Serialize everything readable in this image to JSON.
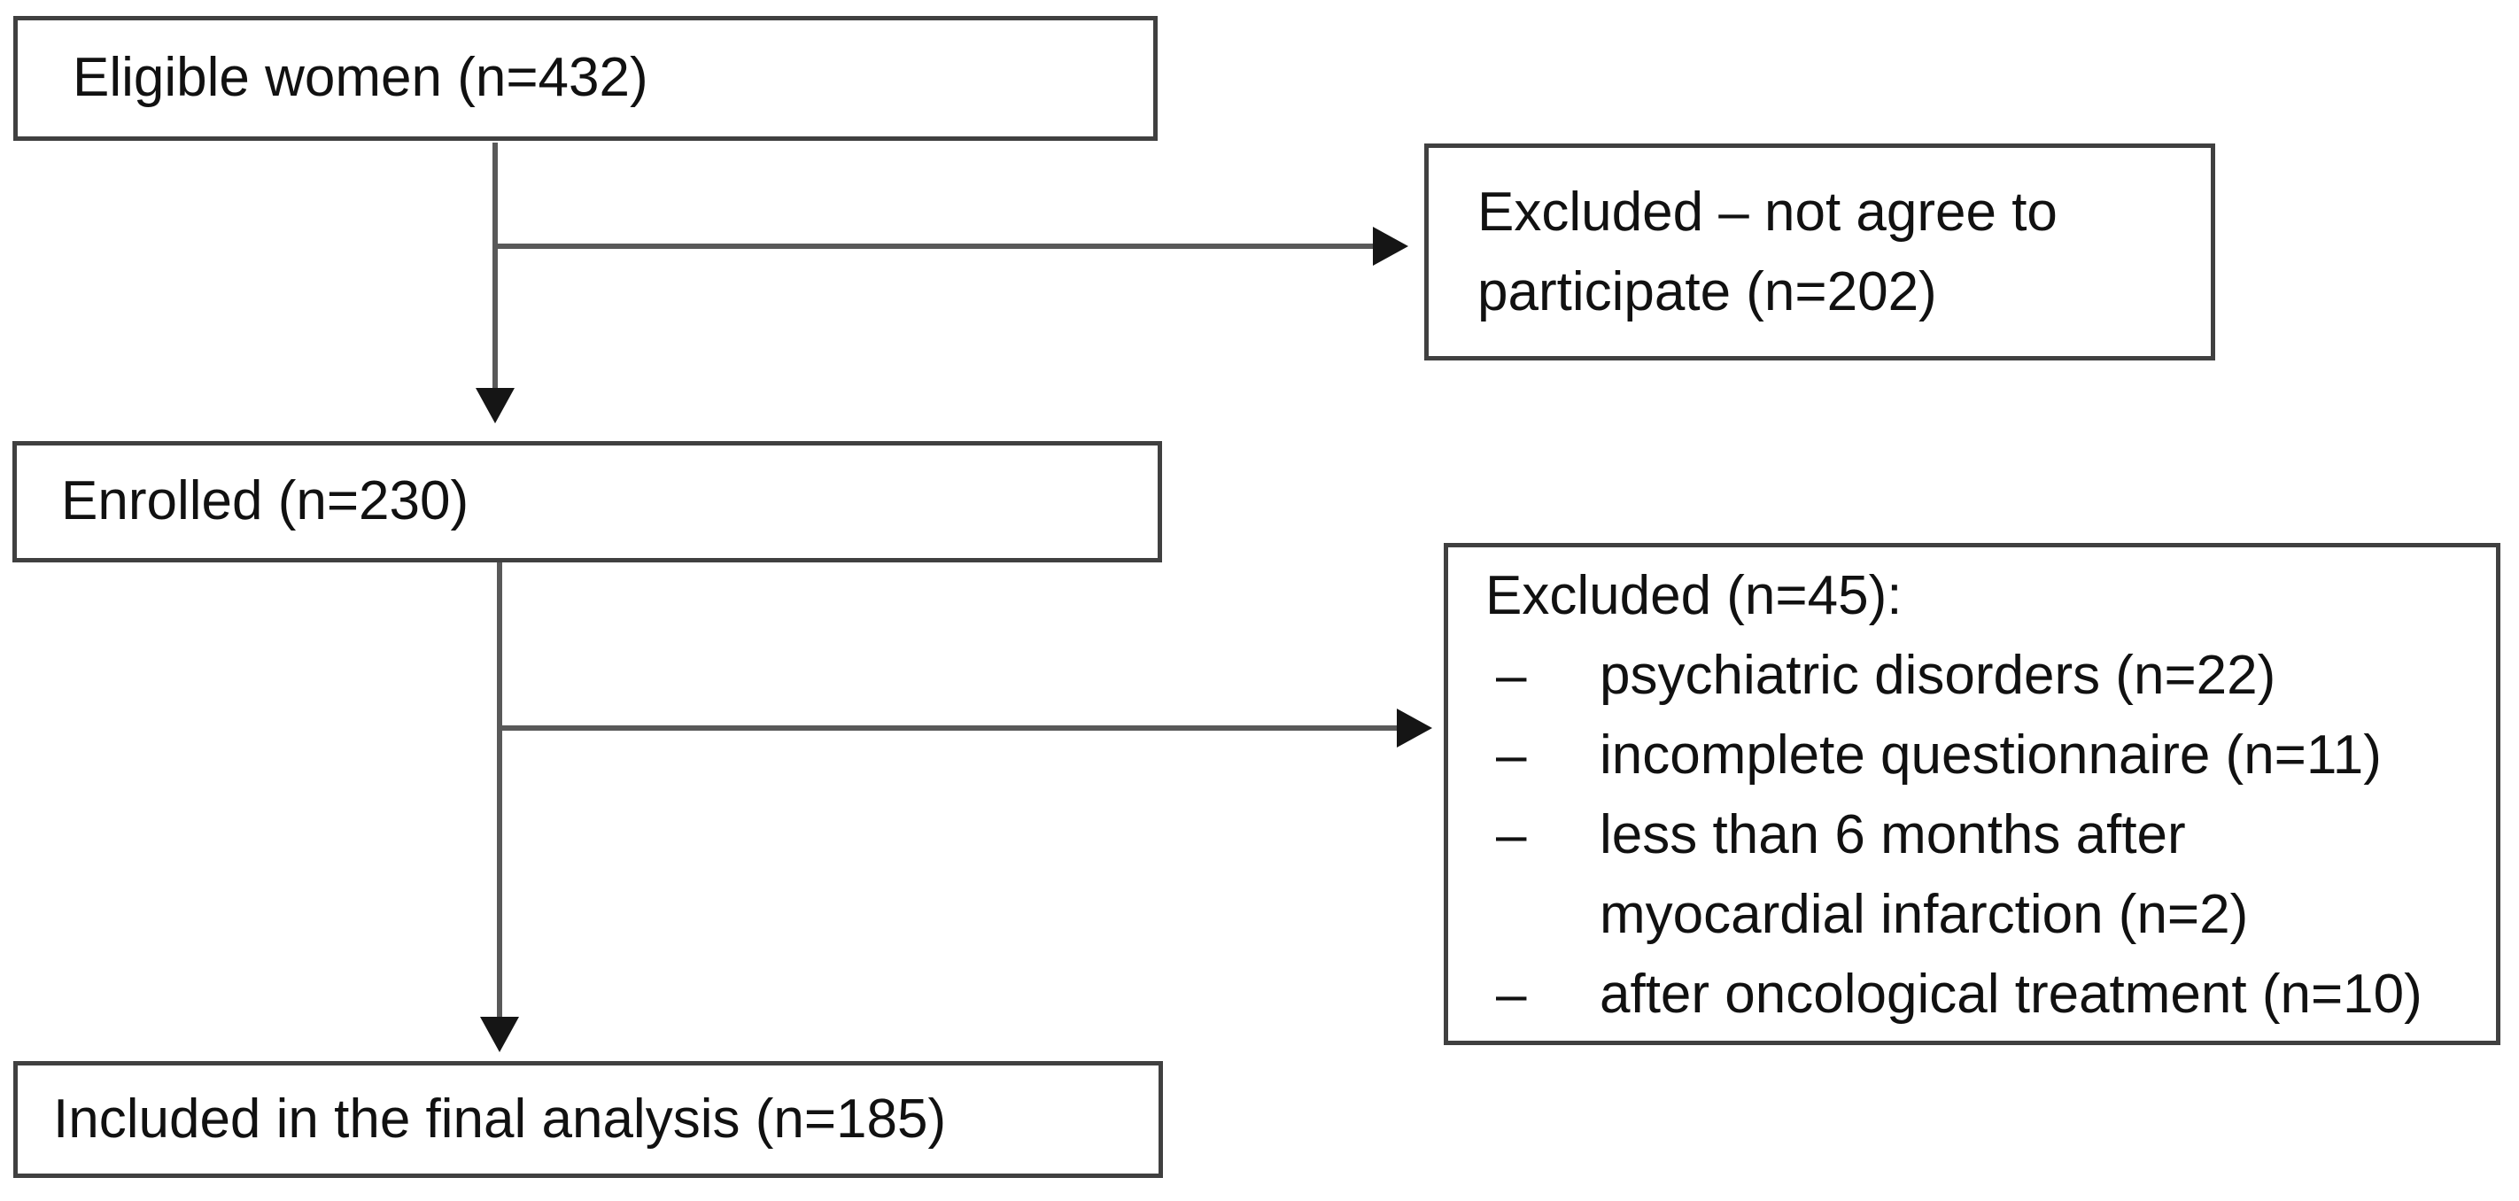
{
  "colors": {
    "background": "#ffffff",
    "box_border": "#404040",
    "connector": "#595959",
    "arrowhead": "#151515",
    "text": "#111111"
  },
  "flowchart": {
    "eligible_box": "Eligible women (n=432)",
    "excluded_not_agree_box": "Excluded – not agree to participate (n=202)",
    "enrolled_box": "Enrolled (n=230)",
    "excluded_reasons_box": {
      "title": "Excluded (n=45):",
      "bullet": "–",
      "items": [
        "psychiatric disorders (n=22)",
        "incomplete questionnaire (n=11)",
        "less than 6 months after myocardial infarction (n=2)",
        "after oncological treatment (n=10)"
      ]
    },
    "included_box": "Included in the final analysis (n=185)"
  }
}
